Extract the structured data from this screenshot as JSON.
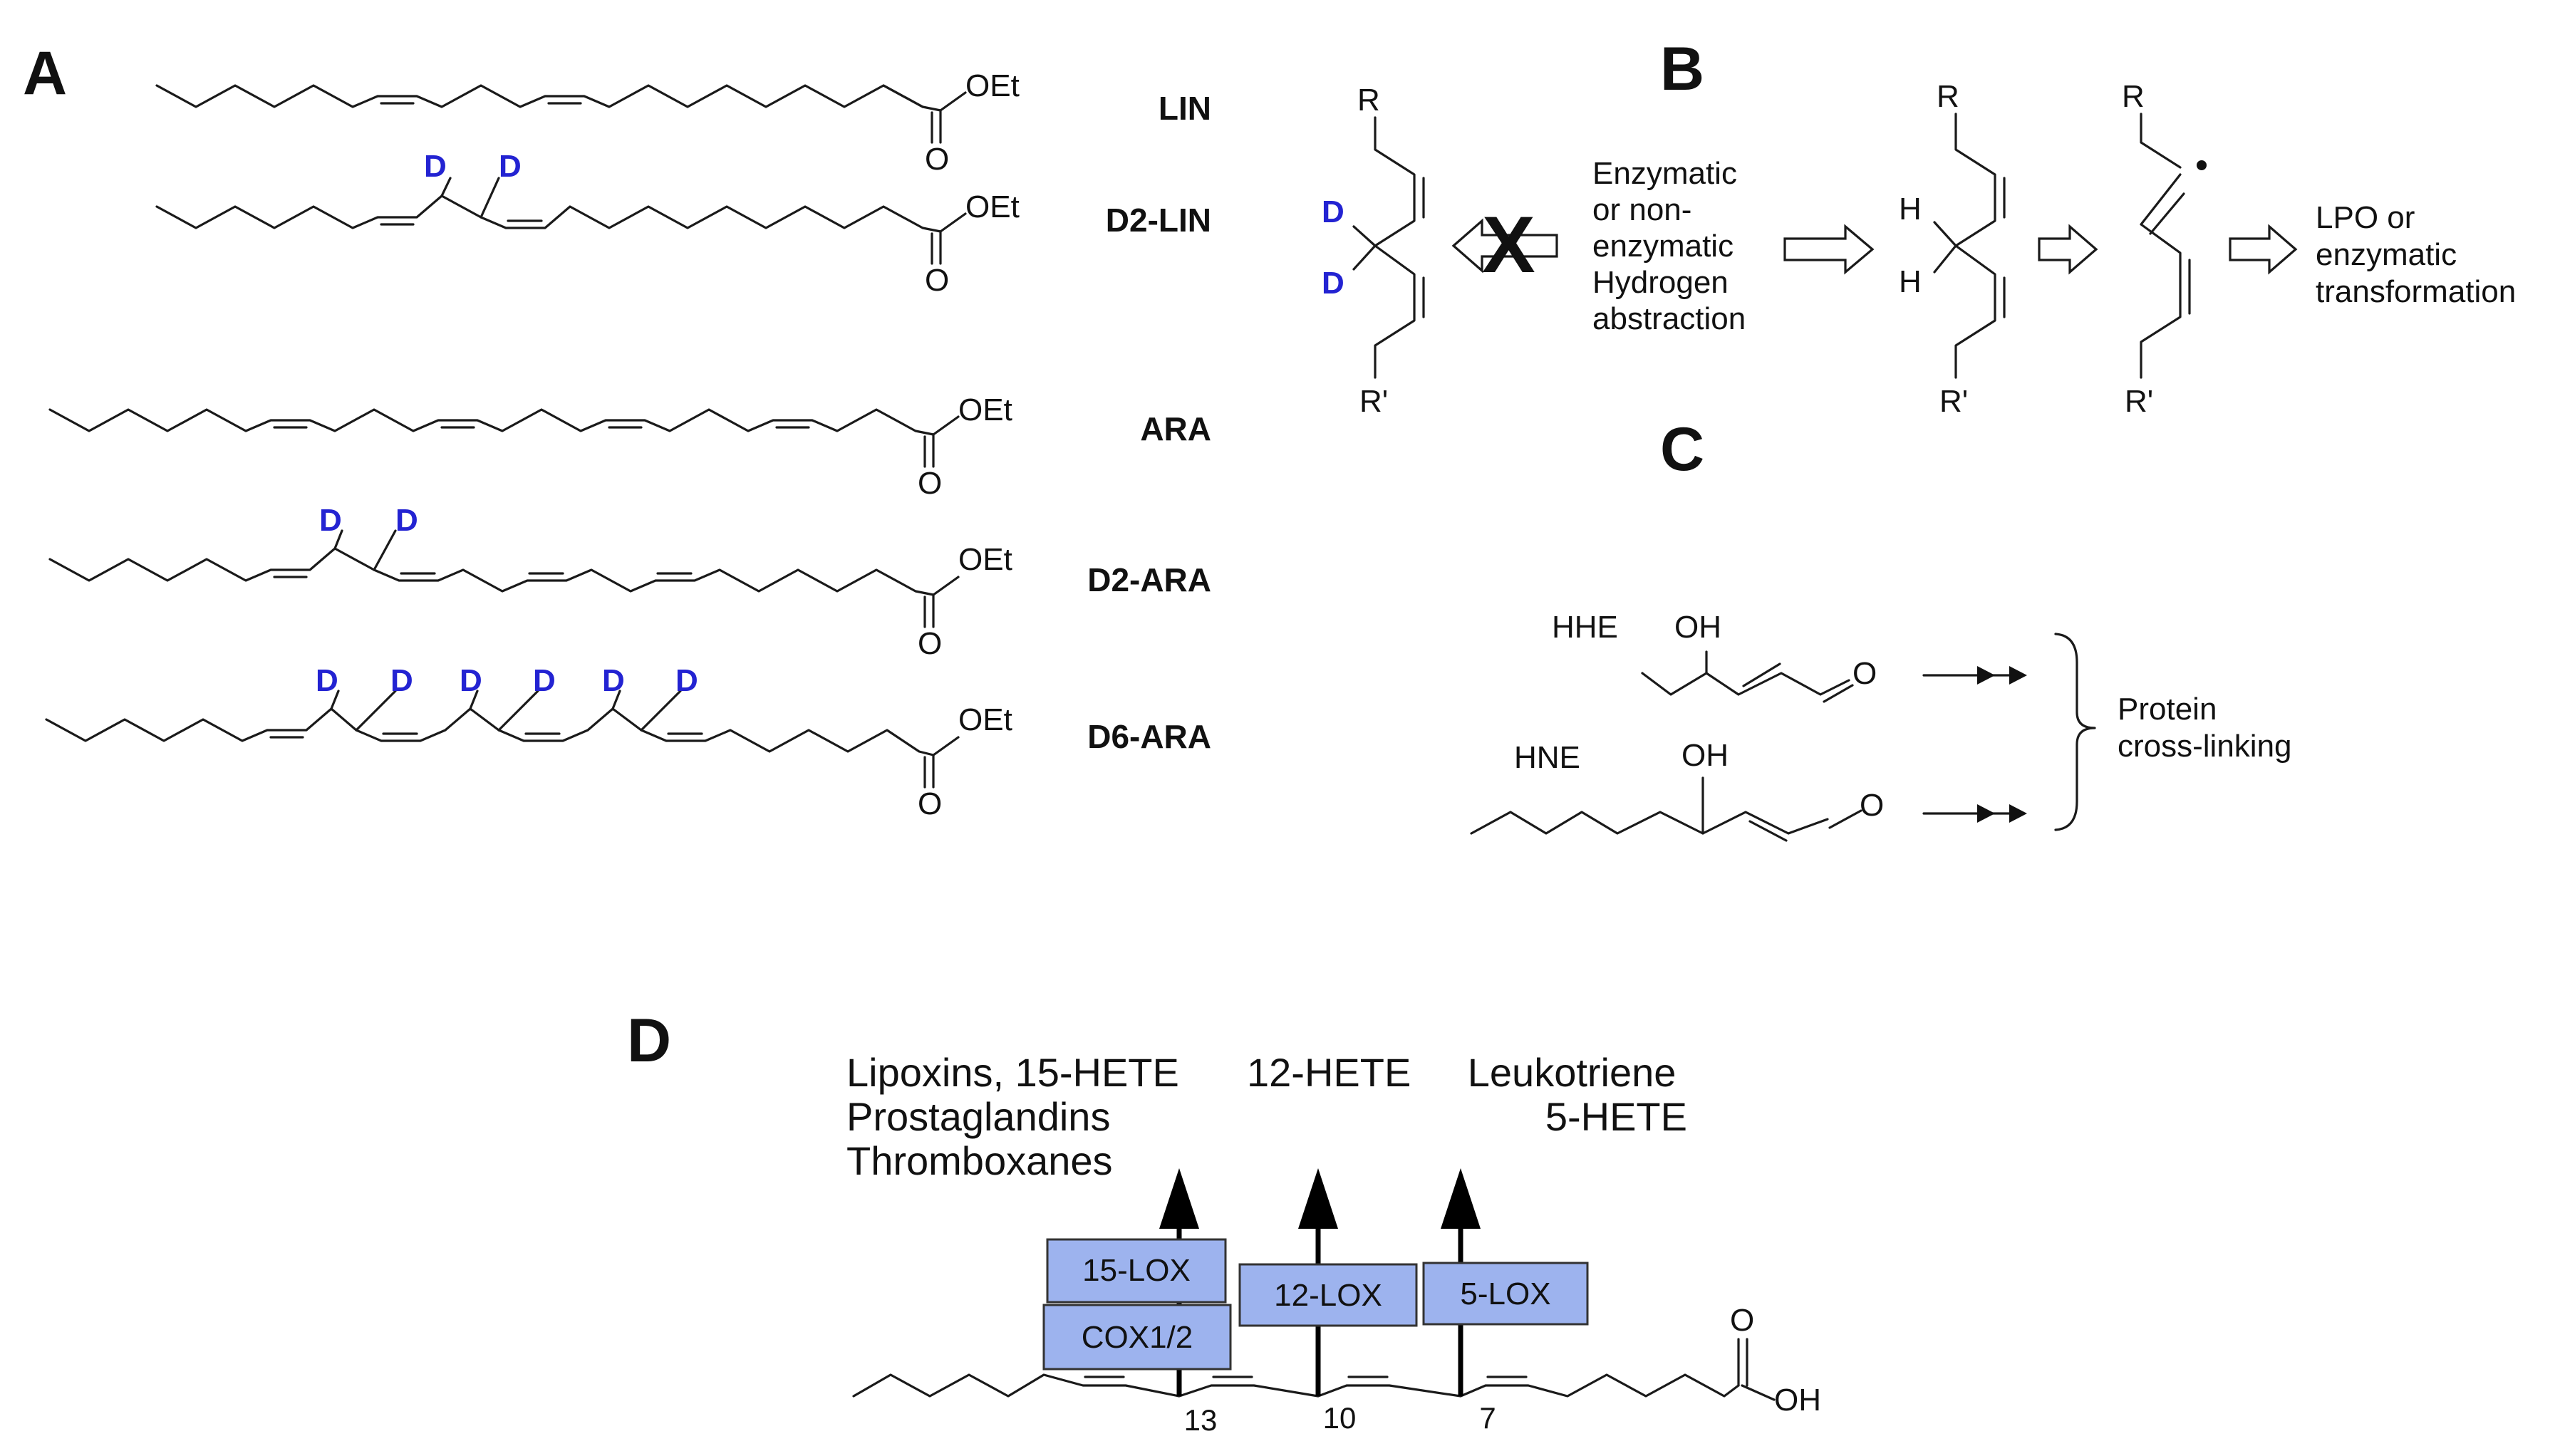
{
  "panels": {
    "a": "A",
    "b": "B",
    "c": "C",
    "d": "D"
  },
  "panel_a": {
    "compounds": [
      {
        "name": "LIN",
        "ester": "OEt",
        "carbonyl": "O",
        "deuterium": []
      },
      {
        "name": "D2-LIN",
        "ester": "OEt",
        "carbonyl": "O",
        "deuterium": [
          "D",
          "D"
        ]
      },
      {
        "name": "ARA",
        "ester": "OEt",
        "carbonyl": "O",
        "deuterium": []
      },
      {
        "name": "D2-ARA",
        "ester": "OEt",
        "carbonyl": "O",
        "deuterium": [
          "D",
          "D"
        ]
      },
      {
        "name": "D6-ARA",
        "ester": "OEt",
        "carbonyl": "O",
        "deuterium": [
          "D",
          "D",
          "D",
          "D",
          "D",
          "D"
        ]
      }
    ]
  },
  "panel_b": {
    "substituent_r": "R",
    "substituent_r_prime": "R'",
    "deuterium": "D",
    "hydrogen": "H",
    "blocked_mark": "X",
    "step_label": [
      "Enzymatic",
      "or non-",
      "enzymatic",
      "Hydrogen",
      "abstraction"
    ],
    "outcome": [
      "LPO or",
      "enzymatic",
      "transformation"
    ]
  },
  "panel_c": {
    "aldehydes": [
      {
        "name": "HHE",
        "hydroxyl": "OH",
        "carbonyl": "O"
      },
      {
        "name": "HNE",
        "hydroxyl": "OH",
        "carbonyl": "O"
      }
    ],
    "outcome": [
      "Protein",
      "cross-linking"
    ]
  },
  "panel_d": {
    "products": {
      "left": [
        "Lipoxins, 15-HETE",
        "Prostaglandins",
        "Thromboxanes"
      ],
      "middle": "12-HETE",
      "right": [
        "Leukotriene",
        "5-HETE"
      ]
    },
    "enzymes": [
      "15-LOX",
      "COX1/2",
      "12-LOX",
      "5-LOX"
    ],
    "positions": [
      "13",
      "10",
      "7"
    ],
    "acid_carbonyl": "O",
    "acid_hydroxyl": "OH"
  }
}
